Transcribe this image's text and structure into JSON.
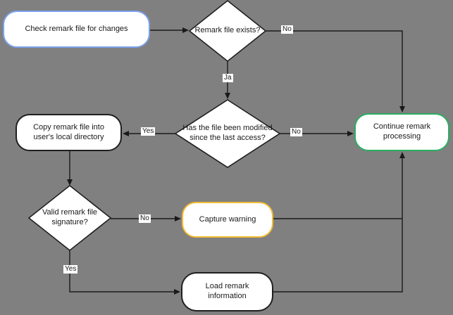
{
  "diagram": {
    "type": "flowchart",
    "background_color": "#808080",
    "colors": {
      "line": "#1a1a1a",
      "node_fill": "#ffffff",
      "default_border": "#1f1f1f",
      "start_border_blue": "#7ba1ea",
      "end_border_green": "#2aad5f",
      "warning_border_orange": "#f3bb32"
    },
    "nodes": {
      "check": {
        "label": "Check remark file for changes",
        "shape": "rounded-rect",
        "border": "#7ba1ea"
      },
      "exists": {
        "label": "Remark file exists?",
        "shape": "diamond",
        "border": "#1f1f1f"
      },
      "continue": {
        "label": "Continue remark processing",
        "shape": "rounded-rect",
        "border": "#2aad5f"
      },
      "modified": {
        "label": "Has the file been modified since the last access?",
        "shape": "diamond",
        "border": "#1f1f1f"
      },
      "copy": {
        "label": "Copy remark file into user's local directory",
        "shape": "rounded-rect",
        "border": "#1f1f1f"
      },
      "valid": {
        "label": "Valid remark file signature?",
        "shape": "diamond",
        "border": "#1f1f1f"
      },
      "capture": {
        "label": "Capture warning",
        "shape": "rounded-rect",
        "border": "#f3bb32"
      },
      "load": {
        "label": "Load remark information",
        "shape": "rounded-rect",
        "border": "#1f1f1f"
      }
    },
    "edge_labels": {
      "exists_no": "No",
      "exists_yes": "Ja",
      "modified_yes": "Yes",
      "modified_no": "No",
      "valid_no": "No",
      "valid_yes": "Yes"
    },
    "edges": [
      {
        "from": "check",
        "to": "exists",
        "label": ""
      },
      {
        "from": "exists",
        "to": "continue",
        "label": "No"
      },
      {
        "from": "exists",
        "to": "modified",
        "label": "Ja"
      },
      {
        "from": "modified",
        "to": "copy",
        "label": "Yes"
      },
      {
        "from": "modified",
        "to": "continue",
        "label": "No"
      },
      {
        "from": "copy",
        "to": "valid",
        "label": ""
      },
      {
        "from": "valid",
        "to": "capture",
        "label": "No"
      },
      {
        "from": "valid",
        "to": "load",
        "label": "Yes"
      },
      {
        "from": "capture",
        "to": "continue",
        "label": ""
      },
      {
        "from": "load",
        "to": "continue",
        "label": ""
      }
    ]
  }
}
